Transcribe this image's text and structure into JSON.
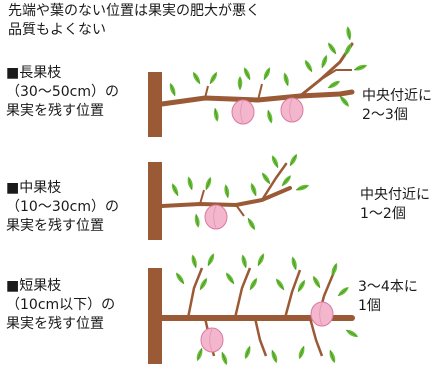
{
  "title": "先端や葉のない位置は果実の肥大が悪く\n品質もよくない",
  "sections": [
    {
      "label": "■長果枝\n（30〜50cm）の\n果実を残す位置",
      "note": "中央付近に\n2〜3個"
    },
    {
      "label": "■中果枝\n（10〜30cm）の\n果実を残す位置",
      "note": "中央付近に\n1〜2個"
    },
    {
      "label": "■短果枝\n（10cm以下）の\n果実を残す位置",
      "note": "3〜4本に\n1個"
    }
  ],
  "colors": {
    "branch": "#9a5a36",
    "leaf": "#6bbf3a",
    "leaf_vein": "#3f8a22",
    "fruit": "#f3b6cc",
    "fruit_edge": "#d97aa0"
  }
}
